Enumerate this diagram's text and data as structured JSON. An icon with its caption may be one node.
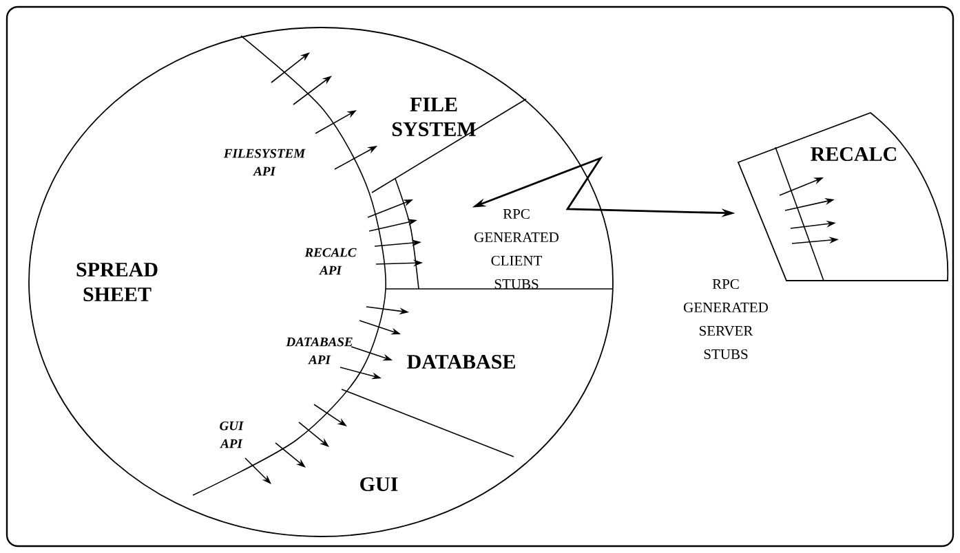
{
  "diagram": {
    "nodes": [
      {
        "text": [
          "SPREAD SHEET"
        ]
      },
      {
        "text": [
          "FILE SYSTEM"
        ],
        "in": 0
      },
      {
        "text": [
          "RPC GENERATED CLIENT STUBS"
        ],
        "in": 0
      },
      {
        "text": [
          "DATABASE"
        ],
        "in": 0
      },
      {
        "text": [
          "GUI"
        ],
        "in": 0
      },
      {
        "text": [
          "RECALC"
        ]
      }
    ],
    "edges": [
      {
        "from": 2,
        "to": 5,
        "arrow": "both"
      }
    ],
    "labels": [
      "FILESYSTEM API",
      "RECALC API",
      "DATABASE API",
      "GUI API",
      "RPC GENERATED SERVER STUBS"
    ]
  }
}
